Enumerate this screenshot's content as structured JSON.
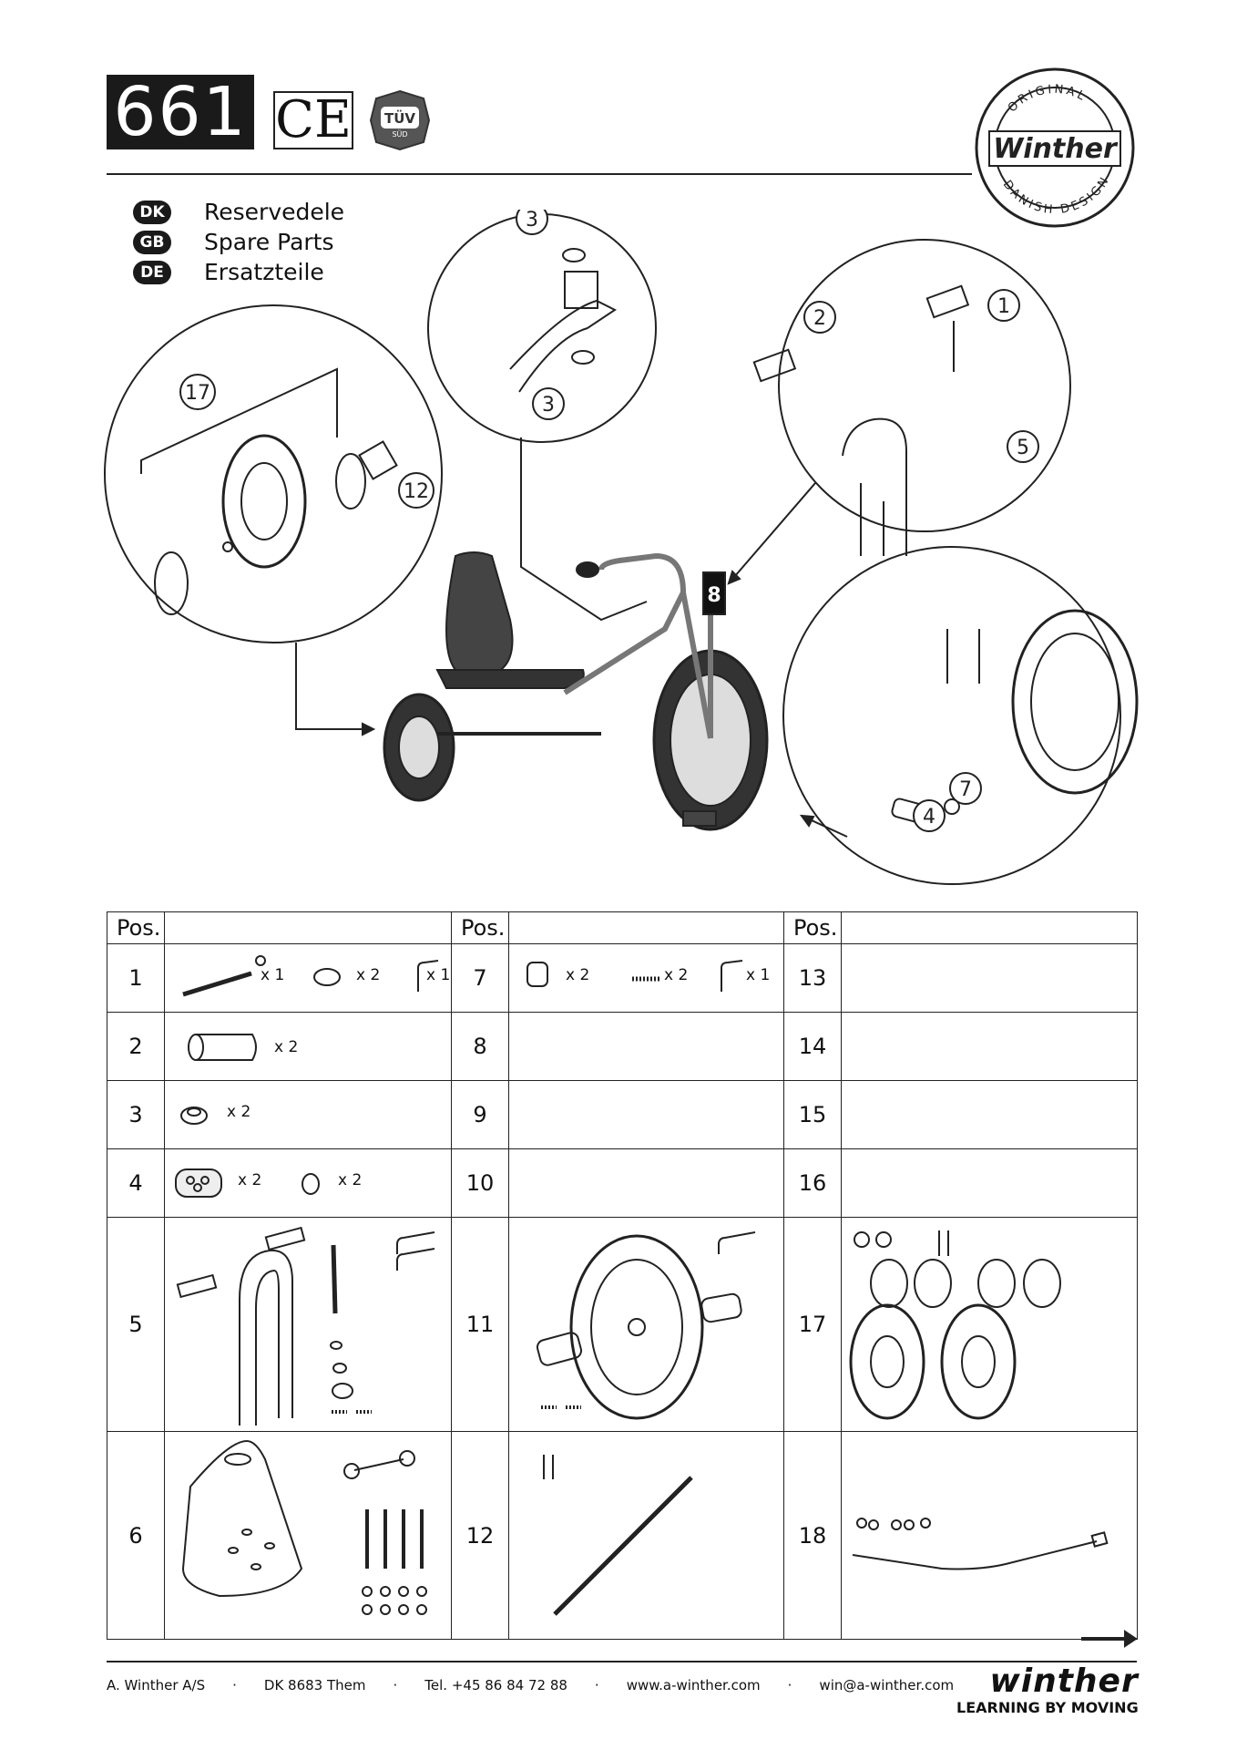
{
  "header": {
    "product_number": "661",
    "ce_mark": "CE",
    "tuv_mark": "TÜV",
    "tuv_sub": "SÜD",
    "logo": {
      "top": "ORIGINAL",
      "name": "Winther",
      "bottom": "DANISH DESIGN"
    }
  },
  "languages": [
    {
      "code": "DK",
      "label": "Reservedele"
    },
    {
      "code": "GB",
      "label": "Spare Parts"
    },
    {
      "code": "DE",
      "label": "Ersatzteile"
    }
  ],
  "diagram": {
    "callouts": [
      "3",
      "3",
      "2",
      "1",
      "5",
      "17",
      "12",
      "7",
      "4"
    ],
    "seat_number": "8"
  },
  "table": {
    "header_label": "Pos.",
    "rows": [
      [
        {
          "pos": "1",
          "qty": [
            "x 1",
            "x 2",
            "x 1"
          ]
        },
        {
          "pos": "7",
          "qty": [
            "x 2",
            "x 2",
            "x 1"
          ]
        },
        {
          "pos": "13",
          "qty": []
        }
      ],
      [
        {
          "pos": "2",
          "qty": [
            "x 2"
          ]
        },
        {
          "pos": "8",
          "qty": []
        },
        {
          "pos": "14",
          "qty": []
        }
      ],
      [
        {
          "pos": "3",
          "qty": [
            "x 2"
          ]
        },
        {
          "pos": "9",
          "qty": []
        },
        {
          "pos": "15",
          "qty": []
        }
      ],
      [
        {
          "pos": "4",
          "qty": [
            "x 2",
            "x 2"
          ]
        },
        {
          "pos": "10",
          "qty": []
        },
        {
          "pos": "16",
          "qty": []
        }
      ],
      [
        {
          "pos": "5",
          "qty": []
        },
        {
          "pos": "11",
          "qty": []
        },
        {
          "pos": "17",
          "qty": []
        }
      ],
      [
        {
          "pos": "6",
          "qty": []
        },
        {
          "pos": "12",
          "qty": []
        },
        {
          "pos": "18",
          "qty": []
        }
      ]
    ]
  },
  "footer": {
    "company": "A. Winther A/S",
    "city": "DK 8683 Them",
    "phone": "Tel. +45 86 84 72 88",
    "web": "www.a-winther.com",
    "email": "win@a-winther.com",
    "separator": "·",
    "brand": "winther",
    "tagline": "LEARNING BY MOVING",
    "next_arrow": "arrow-right-icon"
  }
}
